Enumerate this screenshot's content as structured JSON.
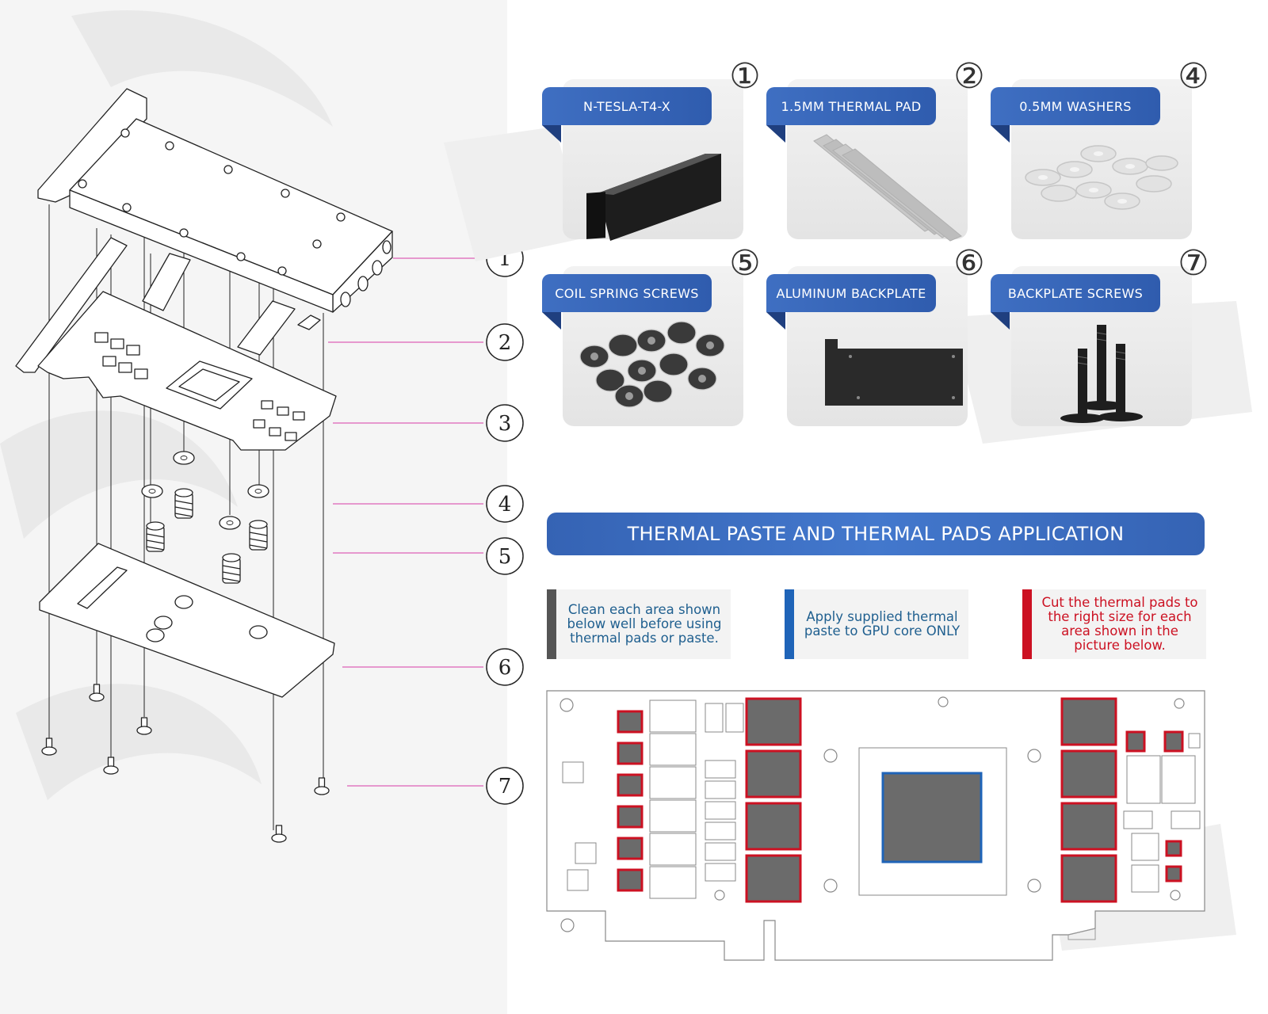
{
  "exploded_view": {
    "callouts": [
      "1",
      "2",
      "3",
      "4",
      "5",
      "6",
      "7"
    ],
    "callout_line_color": "#d63aa6"
  },
  "parts": [
    {
      "number": "①",
      "label": "N-TESLA-T4-X",
      "icon": "water-block-icon"
    },
    {
      "number": "②",
      "label": "1.5MM THERMAL PAD",
      "icon": "thermal-pad-icon"
    },
    {
      "number": "④",
      "label": "0.5MM WASHERS",
      "icon": "washers-icon"
    },
    {
      "number": "⑤",
      "label": "COIL SPRING SCREWS",
      "icon": "spring-screws-icon"
    },
    {
      "number": "⑥",
      "label": "ALUMINUM BACKPLATE",
      "icon": "backplate-icon"
    },
    {
      "number": "⑦",
      "label": "BACKPLATE SCREWS",
      "icon": "screws-icon"
    }
  ],
  "banner": {
    "title": "THERMAL PASTE AND THERMAL PADS APPLICATION"
  },
  "notes": [
    {
      "text": "Clean each area shown below well before using thermal pads or paste.",
      "color": "#1f5f8f",
      "bar": "#555555"
    },
    {
      "text": "Apply supplied thermal paste to GPU core ONLY",
      "color": "#1f5f8f",
      "bar": "#1f64b8"
    },
    {
      "text": "Cut the thermal pads to the right size for each area shown in the picture below.",
      "color": "#cc1122",
      "bar": "#cc1122"
    }
  ],
  "colors": {
    "brand_blue": "#3563b4",
    "pad_red": "#cc1122",
    "pad_fill": "#6b6b6b",
    "gpu_core_border": "#1f64b8"
  }
}
